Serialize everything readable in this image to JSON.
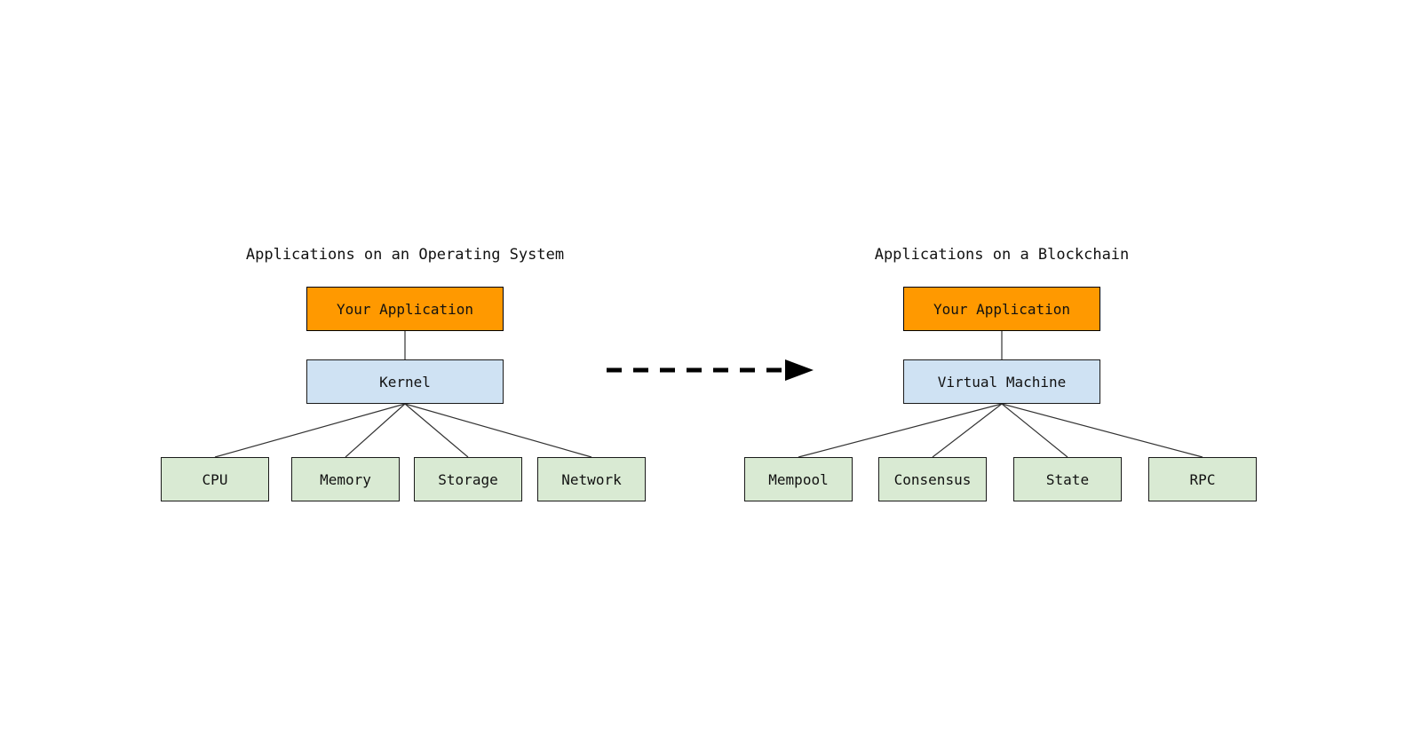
{
  "colors": {
    "background": "#ffffff",
    "app_fill": "#ff9900",
    "app_border": "#000000",
    "mid_fill": "#cfe2f3",
    "mid_border": "#1a1a1a",
    "leaf_fill": "#d9ead3",
    "leaf_border": "#1a1a1a",
    "line": "#333333",
    "arrow": "#000000",
    "text": "#111111"
  },
  "left_diagram": {
    "title": "Applications on an Operating System",
    "root": "Your Application",
    "middle": "Kernel",
    "children": [
      "CPU",
      "Memory",
      "Storage",
      "Network"
    ]
  },
  "right_diagram": {
    "title": "Applications on a Blockchain",
    "root": "Your Application",
    "middle": "Virtual Machine",
    "children": [
      "Mempool",
      "Consensus",
      "State",
      "RPC"
    ]
  },
  "arrow": {
    "style": "dashed",
    "direction": "right"
  }
}
